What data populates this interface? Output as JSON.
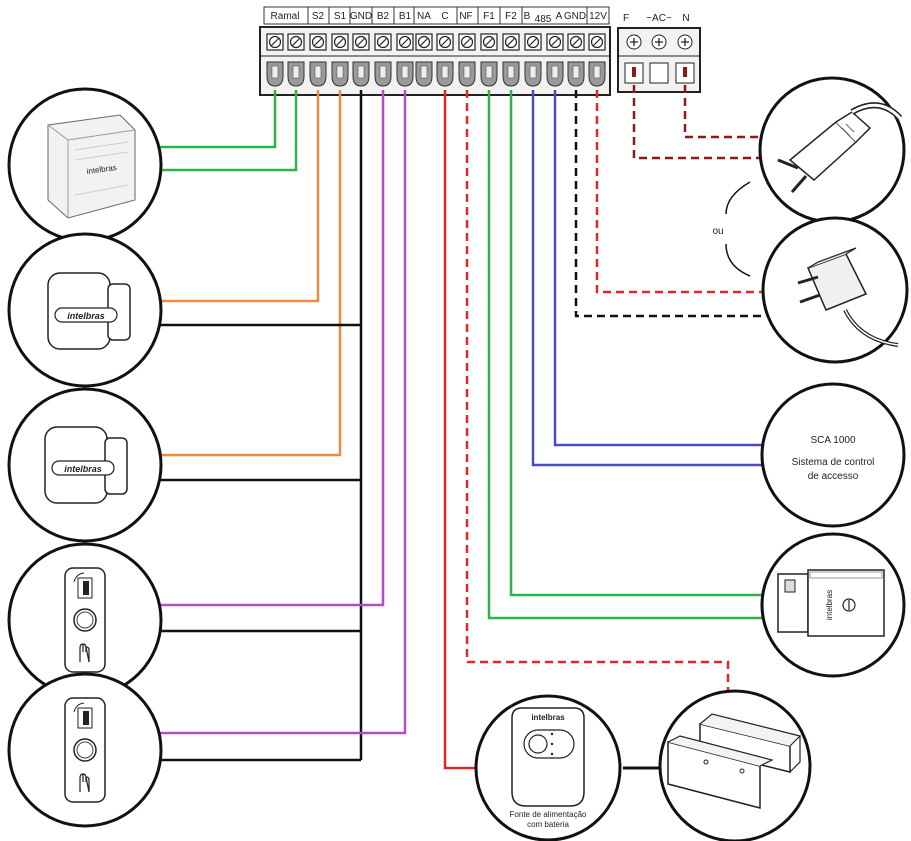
{
  "terminal_block": {
    "labels": [
      "Ramal",
      "S2",
      "S1",
      "GND",
      "B2",
      "B1",
      "NA",
      "C",
      "NF",
      "F1",
      "F2",
      "B",
      "485",
      "A",
      "GND",
      "12V"
    ]
  },
  "ac_block": {
    "f_label": "F",
    "ac_label": "~AC~",
    "n_label": "N"
  },
  "power_options": {
    "or_label": "ou"
  },
  "sca_device": {
    "name": "SCA 1000",
    "desc_line1": "Sistema de control",
    "desc_line2": "de accesso"
  },
  "battery_supply": {
    "line1": "Fonte de alimentação",
    "line2": "com bateria"
  },
  "brand": {
    "name": "intelbras"
  },
  "wire_colors": {
    "green": "#2db24a",
    "orange": "#f08a3c",
    "purple": "#b24fc7",
    "black": "#111111",
    "red": "#e02828",
    "blue": "#4a4ac8",
    "dark_red": "#8c1a1a"
  }
}
